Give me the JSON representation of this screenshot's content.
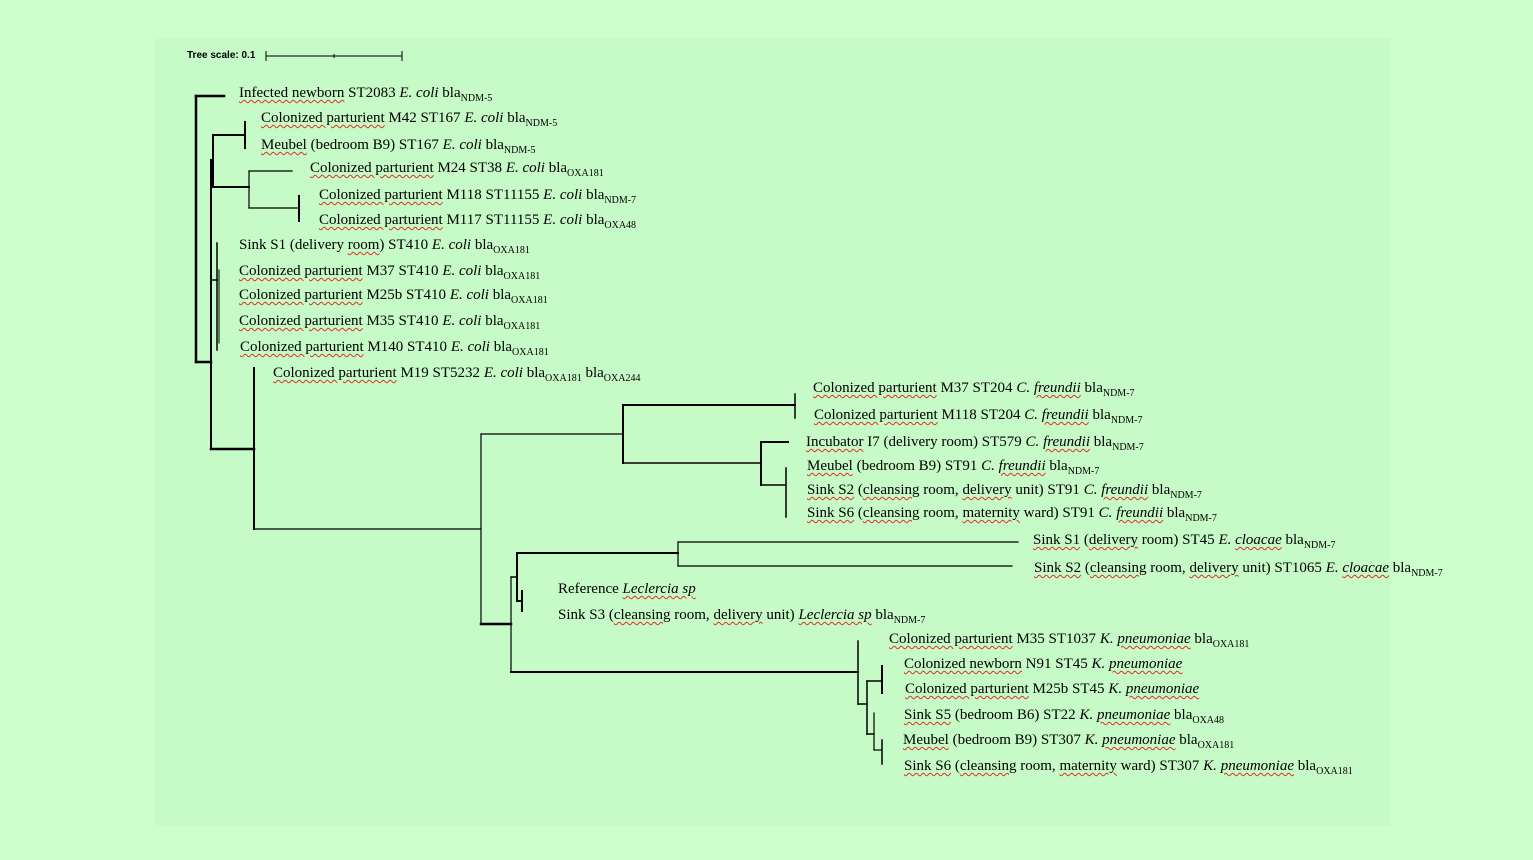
{
  "scale": {
    "label": "Tree scale: 0.1"
  },
  "leaves": [
    {
      "parts": [
        [
          "t",
          "Infected newborn"
        ],
        [
          "n",
          " ST2083 "
        ],
        [
          "i",
          "E. coli"
        ],
        [
          "n",
          " bla"
        ],
        [
          "s",
          "NDM-5"
        ]
      ]
    },
    {
      "parts": [
        [
          "t",
          "Colonized parturient"
        ],
        [
          "n",
          " M42 ST167 "
        ],
        [
          "i",
          "E. coli"
        ],
        [
          "n",
          " bla"
        ],
        [
          "s",
          "NDM-5"
        ]
      ]
    },
    {
      "parts": [
        [
          "t",
          "Meubel"
        ],
        [
          "n",
          " (bedroom B9) ST167 "
        ],
        [
          "i",
          "E. coli"
        ],
        [
          "n",
          " bla"
        ],
        [
          "s",
          "NDM-5"
        ]
      ]
    },
    {
      "parts": [
        [
          "t",
          "Colonized parturient"
        ],
        [
          "n",
          " M24 ST38 "
        ],
        [
          "i",
          "E. coli"
        ],
        [
          "n",
          " bla"
        ],
        [
          "s",
          "OXA181"
        ]
      ]
    },
    {
      "parts": [
        [
          "t",
          "Colonized parturient"
        ],
        [
          "n",
          " M118 ST11155 "
        ],
        [
          "i",
          "E. coli"
        ],
        [
          "n",
          " bla"
        ],
        [
          "s",
          "NDM-7"
        ]
      ]
    },
    {
      "parts": [
        [
          "t",
          "Colonized parturient"
        ],
        [
          "n",
          " M117 ST11155 "
        ],
        [
          "i",
          "E. coli"
        ],
        [
          "n",
          " bla"
        ],
        [
          "s",
          "OXA48"
        ]
      ]
    },
    {
      "parts": [
        [
          "n",
          "Sink S1 (delivery "
        ],
        [
          "t",
          "room"
        ],
        [
          "n",
          ") ST410 "
        ],
        [
          "i",
          "E. coli"
        ],
        [
          "n",
          " bla"
        ],
        [
          "s",
          "OXA181"
        ]
      ]
    },
    {
      "parts": [
        [
          "t",
          "Colonized parturient"
        ],
        [
          "n",
          " M37 ST410 "
        ],
        [
          "i",
          "E. coli"
        ],
        [
          "n",
          " bla"
        ],
        [
          "s",
          "OXA181"
        ]
      ]
    },
    {
      "parts": [
        [
          "t",
          "Colonized parturient"
        ],
        [
          "n",
          " M25b ST410 "
        ],
        [
          "i",
          "E. coli"
        ],
        [
          "n",
          " bla"
        ],
        [
          "s",
          "OXA181"
        ]
      ]
    },
    {
      "parts": [
        [
          "t",
          "Colonized parturient"
        ],
        [
          "n",
          " M35 ST410 "
        ],
        [
          "i",
          "E. coli"
        ],
        [
          "n",
          " bla"
        ],
        [
          "s",
          "OXA181"
        ]
      ]
    },
    {
      "parts": [
        [
          "t",
          "Colonized parturient"
        ],
        [
          "n",
          " M140 ST410 "
        ],
        [
          "i",
          "E. coli"
        ],
        [
          "n",
          " bla"
        ],
        [
          "s",
          "OXA181"
        ]
      ]
    },
    {
      "parts": [
        [
          "t",
          "Colonized parturient"
        ],
        [
          "n",
          " M19 ST5232 "
        ],
        [
          "i",
          "E. coli"
        ],
        [
          "n",
          " bla"
        ],
        [
          "s",
          "OXA181"
        ],
        [
          "n",
          " bla"
        ],
        [
          "s",
          "OXA244"
        ]
      ]
    },
    {
      "parts": [
        [
          "t",
          "Colonized parturient"
        ],
        [
          "n",
          " M37 ST204 "
        ],
        [
          "i",
          "C. "
        ],
        [
          "ti",
          "freundii"
        ],
        [
          "n",
          " bla"
        ],
        [
          "s",
          "NDM-7"
        ]
      ]
    },
    {
      "parts": [
        [
          "t",
          "Colonized parturient"
        ],
        [
          "n",
          " M118 ST204 "
        ],
        [
          "i",
          "C. "
        ],
        [
          "ti",
          "freundii"
        ],
        [
          "n",
          " bla"
        ],
        [
          "s",
          "NDM-7"
        ]
      ]
    },
    {
      "parts": [
        [
          "t",
          "Incubator"
        ],
        [
          "n",
          " I7 (delivery room) ST579 "
        ],
        [
          "i",
          "C. "
        ],
        [
          "ti",
          "freundii"
        ],
        [
          "n",
          " bla"
        ],
        [
          "s",
          "NDM-7"
        ]
      ]
    },
    {
      "parts": [
        [
          "t",
          "Meubel"
        ],
        [
          "n",
          " (bedroom B9) ST91 "
        ],
        [
          "i",
          "C. "
        ],
        [
          "ti",
          "freundii"
        ],
        [
          "n",
          " bla"
        ],
        [
          "s",
          "NDM-7"
        ]
      ]
    },
    {
      "parts": [
        [
          "t",
          "Sink S2"
        ],
        [
          "n",
          " ("
        ],
        [
          "t",
          "cleansing"
        ],
        [
          "n",
          " room, "
        ],
        [
          "t",
          "delivery"
        ],
        [
          "n",
          " unit) ST91 "
        ],
        [
          "i",
          "C. "
        ],
        [
          "ti",
          "freundii"
        ],
        [
          "n",
          " bla"
        ],
        [
          "s",
          "NDM-7"
        ]
      ]
    },
    {
      "parts": [
        [
          "t",
          "Sink S6"
        ],
        [
          "n",
          " ("
        ],
        [
          "t",
          "cleansing"
        ],
        [
          "n",
          " room, "
        ],
        [
          "t",
          "maternity"
        ],
        [
          "n",
          " ward) ST91 "
        ],
        [
          "i",
          "C. "
        ],
        [
          "ti",
          "freundii"
        ],
        [
          "n",
          " bla"
        ],
        [
          "s",
          "NDM-7"
        ]
      ]
    },
    {
      "parts": [
        [
          "t",
          "Sink S1"
        ],
        [
          "n",
          " ("
        ],
        [
          "t",
          "delivery"
        ],
        [
          "n",
          " room) ST45 "
        ],
        [
          "i",
          "E. "
        ],
        [
          "ti",
          "cloacae"
        ],
        [
          "n",
          " bla"
        ],
        [
          "s",
          "NDM-7"
        ]
      ]
    },
    {
      "parts": [
        [
          "t",
          "Sink S2"
        ],
        [
          "n",
          " ("
        ],
        [
          "t",
          "cleansing"
        ],
        [
          "n",
          " room, "
        ],
        [
          "t",
          "delivery"
        ],
        [
          "n",
          " unit) ST1065 "
        ],
        [
          "i",
          "E. "
        ],
        [
          "ti",
          "cloacae"
        ],
        [
          "n",
          " bla"
        ],
        [
          "s",
          "NDM-7"
        ]
      ]
    },
    {
      "parts": [
        [
          "n",
          "Reference "
        ],
        [
          "ti",
          "Leclercia sp"
        ]
      ]
    },
    {
      "parts": [
        [
          "n",
          "Sink S3 ("
        ],
        [
          "t",
          "cleansing"
        ],
        [
          "n",
          " room, "
        ],
        [
          "t",
          "delivery"
        ],
        [
          "n",
          " unit) "
        ],
        [
          "ti",
          "Leclercia sp"
        ],
        [
          "n",
          " bla"
        ],
        [
          "s",
          "NDM-7"
        ]
      ]
    },
    {
      "parts": [
        [
          "t",
          "Colonized parturient"
        ],
        [
          "n",
          " M35 ST1037 "
        ],
        [
          "i",
          "K. "
        ],
        [
          "ti",
          "pneumoniae"
        ],
        [
          "n",
          " bla"
        ],
        [
          "s",
          "OXA181"
        ]
      ]
    },
    {
      "parts": [
        [
          "t",
          "Colonized newborn"
        ],
        [
          "n",
          " N91 ST45 "
        ],
        [
          "i",
          "K. "
        ],
        [
          "ti",
          "pneumoniae"
        ]
      ]
    },
    {
      "parts": [
        [
          "t",
          "Colonized parturient"
        ],
        [
          "n",
          " M25b ST45 "
        ],
        [
          "i",
          "K. "
        ],
        [
          "ti",
          "pneumoniae"
        ]
      ]
    },
    {
      "parts": [
        [
          "t",
          "Sink S5"
        ],
        [
          "n",
          " (bedroom B6) ST22 "
        ],
        [
          "i",
          "K. "
        ],
        [
          "ti",
          "pneumoniae"
        ],
        [
          "n",
          " bla"
        ],
        [
          "s",
          "OXA48"
        ]
      ]
    },
    {
      "parts": [
        [
          "t",
          "Meubel"
        ],
        [
          "n",
          " (bedroom B9) ST307 "
        ],
        [
          "i",
          "K. "
        ],
        [
          "ti",
          "pneumoniae"
        ],
        [
          "n",
          " bla"
        ],
        [
          "s",
          "OXA181"
        ]
      ]
    },
    {
      "parts": [
        [
          "t",
          "Sink S6"
        ],
        [
          "n",
          " ("
        ],
        [
          "t",
          "cleansing"
        ],
        [
          "n",
          " room, "
        ],
        [
          "t",
          "maternity"
        ],
        [
          "n",
          " ward) ST307 "
        ],
        [
          "i",
          "K. "
        ],
        [
          "ti",
          "pneumoniae"
        ],
        [
          "n",
          " bla"
        ],
        [
          "s",
          "OXA181"
        ]
      ]
    }
  ]
}
